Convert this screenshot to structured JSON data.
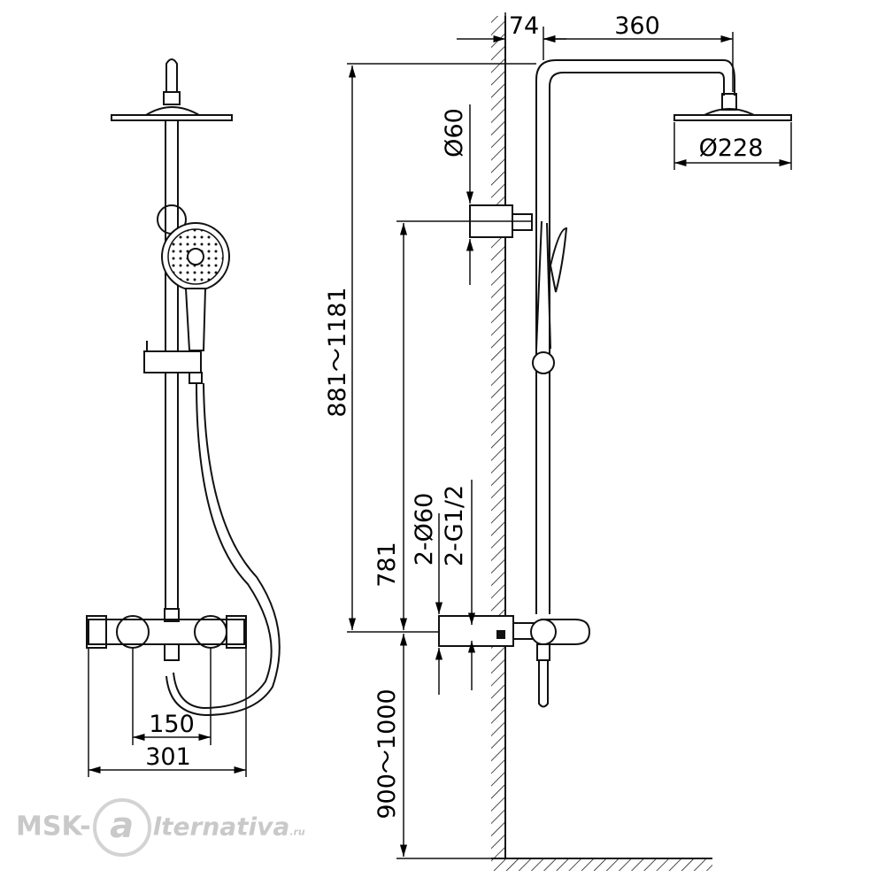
{
  "dimensions": {
    "wall_offset": "74",
    "arm_length": "360",
    "flange_diameter": "Ø60",
    "head_diameter": "Ø228",
    "total_height": "881～1181",
    "handshower_height": "781",
    "inlet_flanges": "2-Ø60",
    "inlet_threads": "2-G1/2",
    "mount_height": "900～1000",
    "inlet_spacing": "150",
    "mixer_width": "301"
  },
  "watermark": {
    "prefix": "MSK-",
    "at": "a",
    "suffix": "lternativa",
    "tld": ".ru"
  }
}
